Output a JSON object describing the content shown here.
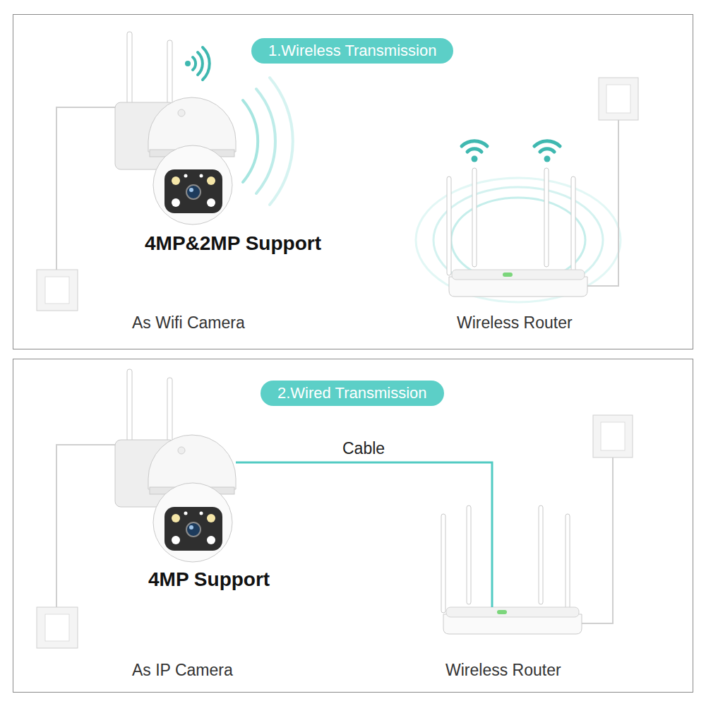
{
  "diagram": {
    "nodes": [
      {
        "text": [
          "1.Wireless Transmission"
        ]
      },
      {
        "text": [
          "4MP&2MP Support",
          "As Wifi Camera"
        ]
      },
      {
        "text": [
          "Wireless Router"
        ]
      },
      {
        "text": [
          "2.Wired Transmission"
        ]
      },
      {
        "text": [
          "4MP Support",
          "As IP Camera"
        ]
      },
      {
        "text": [
          "Wireless Router"
        ]
      }
    ],
    "edges": [
      {
        "from": 4,
        "to": 5,
        "arrow": "none",
        "label": "Cable"
      }
    ]
  }
}
